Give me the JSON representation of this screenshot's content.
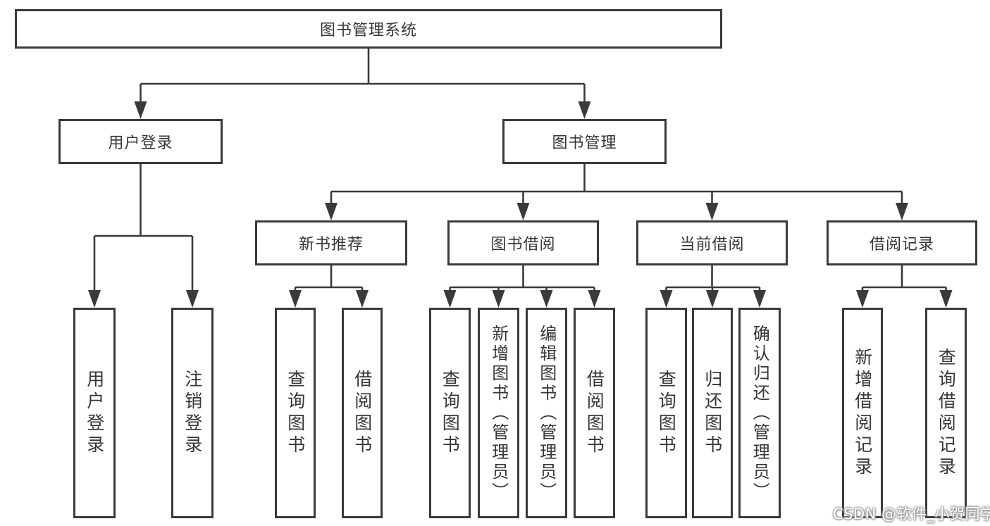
{
  "diagram_title": "图书管理系统",
  "nodes": {
    "root": "图书管理系统",
    "login": "用户登录",
    "mgmt": "图书管理",
    "newbook": "新书推荐",
    "borrow": "图书借阅",
    "current": "当前借阅",
    "record": "借阅记录",
    "leaf_login_1": "用户登录",
    "leaf_login_2": "注销登录",
    "leaf_newbook_1": "查询图书",
    "leaf_newbook_2": "借阅图书",
    "leaf_borrow_1": "查询图书",
    "leaf_borrow_2": "新增图书（管理员）",
    "leaf_borrow_3": "编辑图书（管理员）",
    "leaf_borrow_4": "借阅图书",
    "leaf_current_1": "查询图书",
    "leaf_current_2": "归还图书",
    "leaf_current_3": "确认归还（管理员）",
    "leaf_record_1": "新增借阅记录",
    "leaf_record_2": "查询借阅记录"
  },
  "hierarchy": {
    "图书管理系统": {
      "用户登录": [
        "用户登录",
        "注销登录"
      ],
      "图书管理": {
        "新书推荐": [
          "查询图书",
          "借阅图书"
        ],
        "图书借阅": [
          "查询图书",
          "新增图书（管理员）",
          "编辑图书（管理员）",
          "借阅图书"
        ],
        "当前借阅": [
          "查询图书",
          "归还图书",
          "确认归还（管理员）"
        ],
        "借阅记录": [
          "新增借阅记录",
          "查询借阅记录"
        ]
      }
    }
  },
  "watermark": {
    "text": "CSDN @软件_小贺同学"
  },
  "colors": {
    "line": "#3a3a3a",
    "box_border": "#3a3a3a",
    "text": "#363636",
    "background": "#ffffff",
    "watermark_text": "#ffffff",
    "watermark_shadow": "#9b9b9b"
  }
}
